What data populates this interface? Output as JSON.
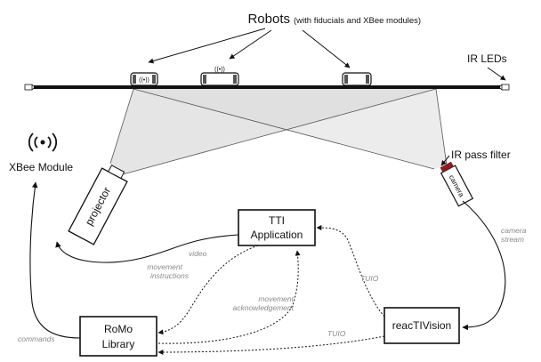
{
  "title": {
    "main": "Robots",
    "sub": "(with fiducials and XBee modules)"
  },
  "labels": {
    "ir_leds": "IR LEDs",
    "ir_filter": "IR pass filter",
    "xbee": "XBee Module",
    "projector": "projector",
    "camera": "camera"
  },
  "boxes": {
    "tti_line1": "TTI",
    "tti_line2": "Application",
    "romo_line1": "RoMo",
    "romo_line2": "Library",
    "reactivision": "reacTIVision"
  },
  "edge_labels": {
    "video": "video",
    "movement_instructions_1": "movement",
    "movement_instructions_2": "instructions",
    "movement_ack_1": "movement",
    "movement_ack_2": "acknowledgement",
    "tuio_upper": "TUIO",
    "tuio_lower": "TUIO",
    "camera_stream_1": "camera",
    "camera_stream_2": "stream",
    "commands": "commands"
  },
  "colors": {
    "ink": "#111111",
    "note": "#8a8a8a",
    "beam": "#cfcfcf",
    "filter": "#8b1e1e"
  },
  "icons": {
    "xbee": "wireless-signal-icon",
    "robot": "robot-icon",
    "led": "ir-led-icon"
  }
}
